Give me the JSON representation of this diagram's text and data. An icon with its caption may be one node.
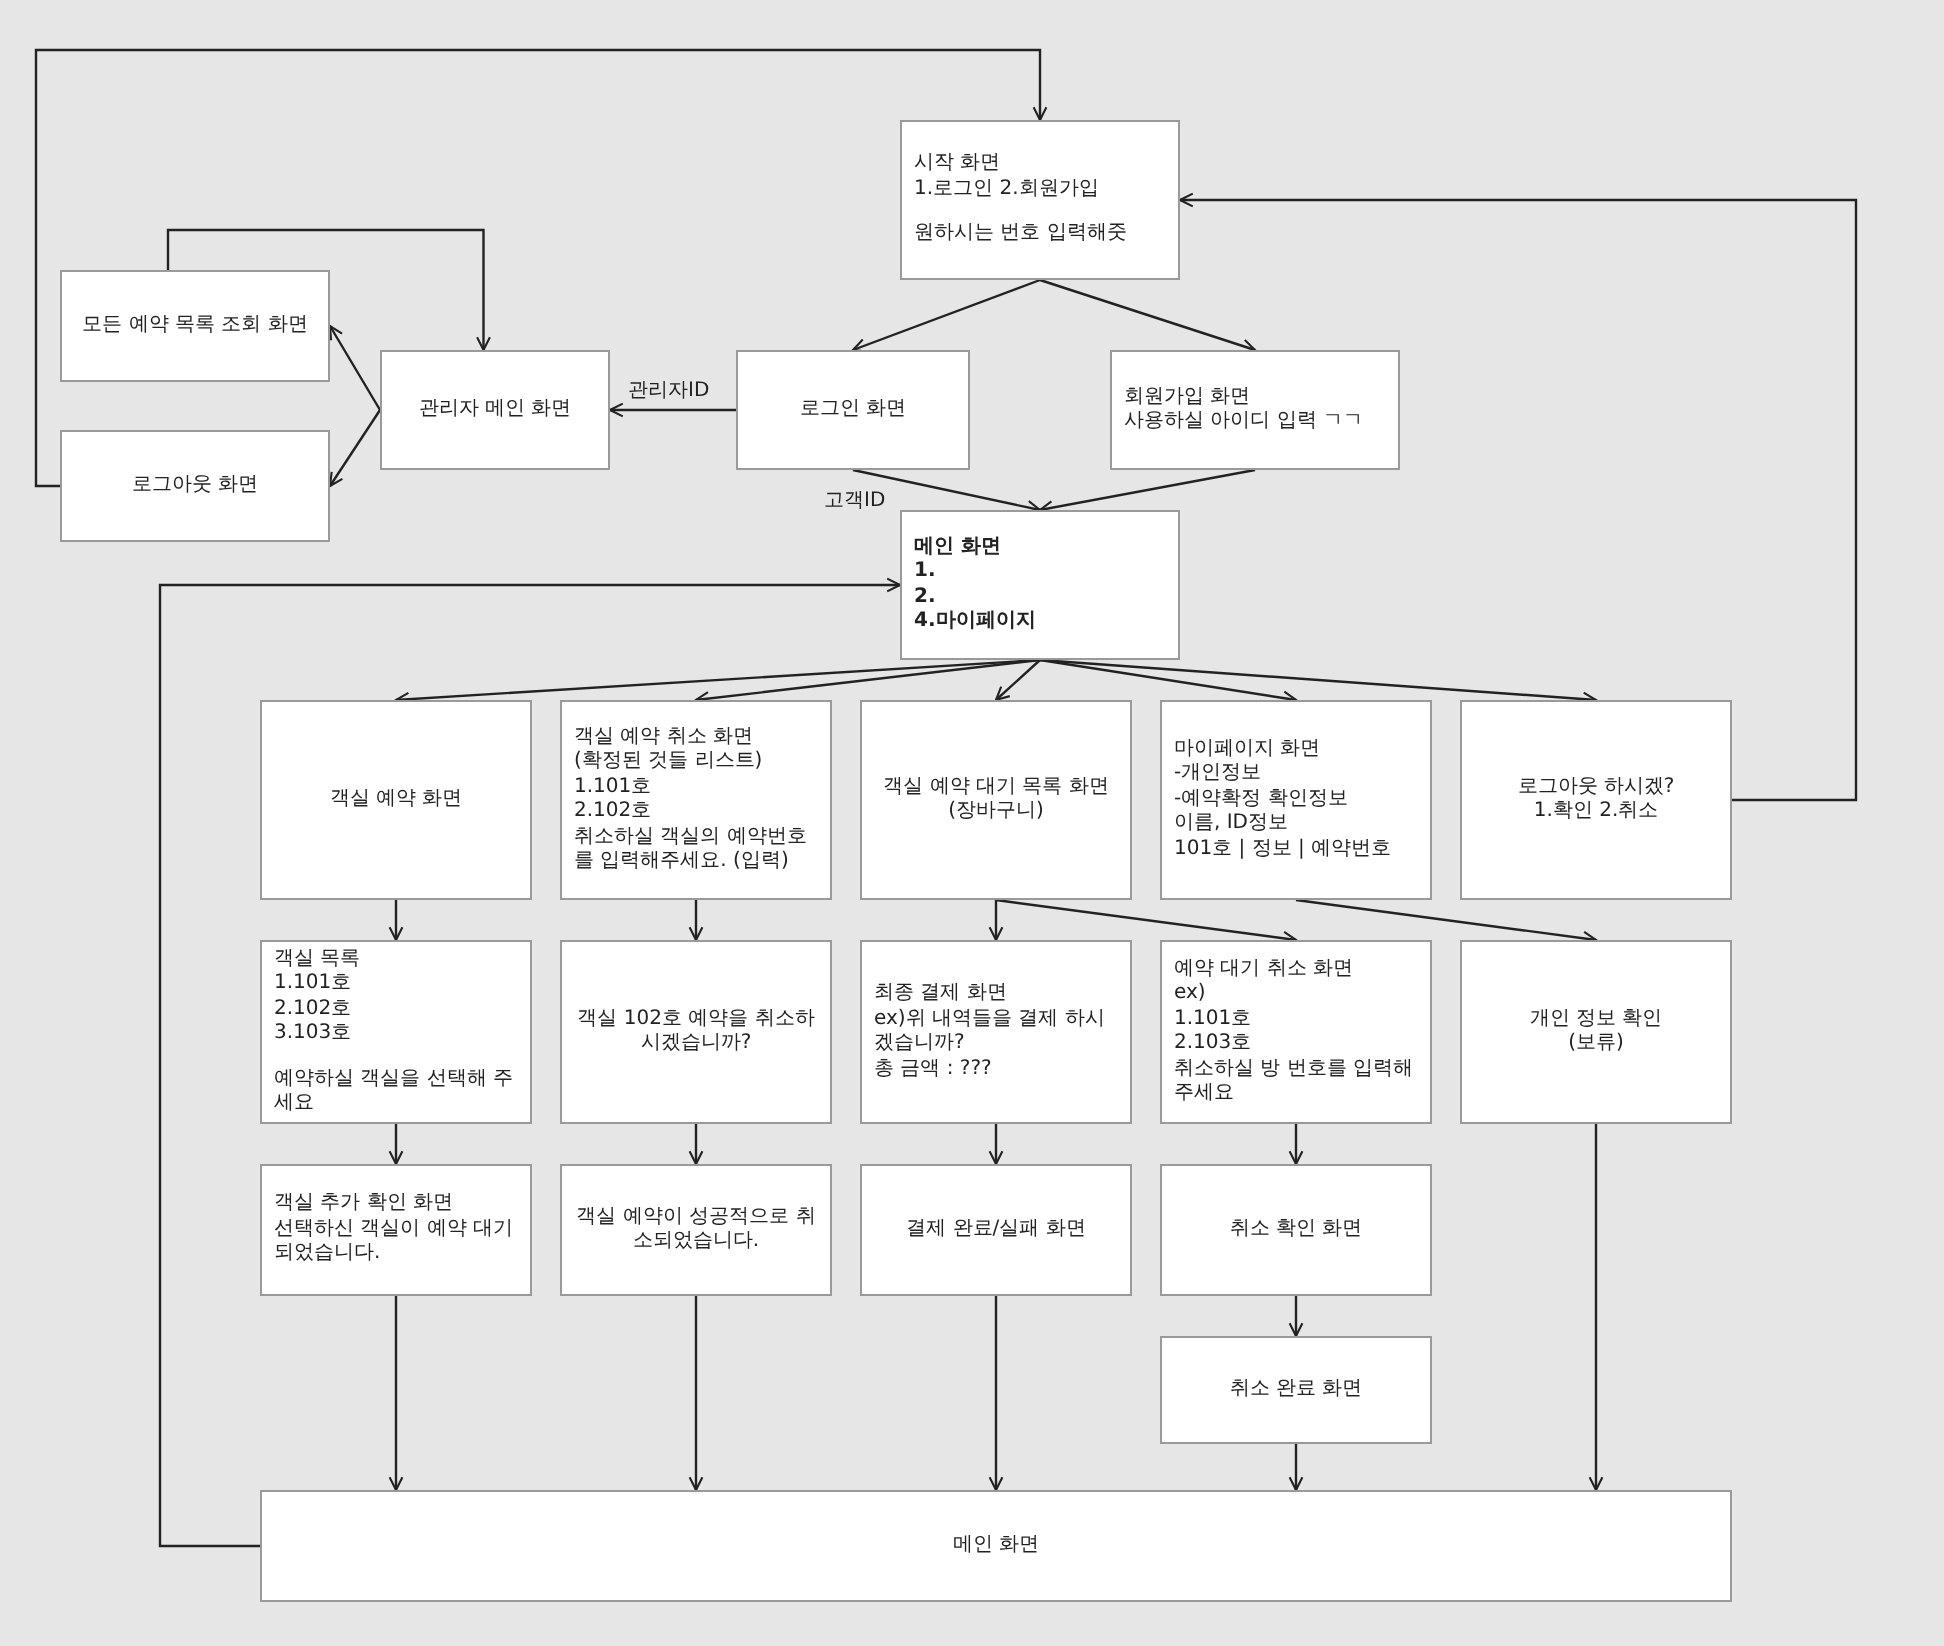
{
  "diagram": {
    "nodes": [
      {
        "text": [
          "시작 화면",
          "1.로그인 2.회원가입",
          "원하시는 번호 입력해줏"
        ]
      },
      {
        "text": [
          "관리자 메인 화면"
        ]
      },
      {
        "text": [
          "모든 예약 목록 조회 화면"
        ]
      },
      {
        "text": [
          "로그아웃 화면"
        ]
      },
      {
        "text": [
          "로그인 화면"
        ]
      },
      {
        "text": [
          "회원가입 화면",
          "사용하실 아이디 입력 ㄱㄱ"
        ]
      },
      {
        "text": [
          "메인 화면",
          "1.",
          "2.",
          "4.마이페이지"
        ]
      },
      {
        "text": [
          "객실 예약 화면"
        ]
      },
      {
        "text": [
          "객실 예약 취소 화면",
          "(확정된 것들 리스트)",
          "1.101호",
          "2.102호",
          "취소하실 객실의 예약번호를 입력해주세요. (입력)"
        ]
      },
      {
        "text": [
          "객실 예약 대기 목록 화면",
          "(장바구니)"
        ]
      },
      {
        "text": [
          "마이페이지 화면",
          "-개인정보",
          "-예약확정 확인정보",
          "이름, ID정보",
          "101호 | 정보 | 예약번호"
        ]
      },
      {
        "text": [
          "로그아웃 하시겠?",
          "1.확인 2.취소"
        ]
      },
      {
        "text": [
          "객실 목록",
          "1.101호",
          "2.102호",
          "3.103호",
          "예약하실 객실을 선택해 주세요"
        ]
      },
      {
        "text": [
          "객실 102호 예약을 취소하시겠습니까?"
        ]
      },
      {
        "text": [
          "최종 결제 화면",
          "ex)위 내역들을 결제 하시겠습니까?",
          "총 금액 : ???"
        ]
      },
      {
        "text": [
          "예약 대기 취소 화면",
          "ex)",
          "1.101호",
          "2.103호",
          "취소하실 방 번호를 입력해주세요"
        ]
      },
      {
        "text": [
          "개인 정보 확인",
          "(보류)"
        ]
      },
      {
        "text": [
          "객실 추가 확인 화면",
          "선택하신 객실이 예약 대기 되었습니다."
        ]
      },
      {
        "text": [
          "객실 예약이 성공적으로 취소되었습니다."
        ]
      },
      {
        "text": [
          "결제 완료/실패 화면"
        ]
      },
      {
        "text": [
          "취소 확인 화면"
        ]
      },
      {
        "text": [
          "취소 완료 화면"
        ]
      },
      {
        "text": [
          "메인 화면"
        ]
      }
    ],
    "edges": [
      {
        "from": 0,
        "to": 4,
        "arrow": "to"
      },
      {
        "from": 0,
        "to": 5,
        "arrow": "to"
      },
      {
        "from": 4,
        "to": 1,
        "label": "관리자ID",
        "arrow": "to"
      },
      {
        "from": 1,
        "to": 2,
        "arrow": "to"
      },
      {
        "from": 1,
        "to": 3,
        "arrow": "to"
      },
      {
        "from": 2,
        "to": 1,
        "arrow": "to"
      },
      {
        "from": 3,
        "to": 0,
        "arrow": "to"
      },
      {
        "from": 4,
        "to": 6,
        "label": "고객ID",
        "arrow": "to"
      },
      {
        "from": 5,
        "to": 6,
        "arrow": "to"
      },
      {
        "from": 6,
        "to": 7,
        "arrow": "to"
      },
      {
        "from": 6,
        "to": 8,
        "arrow": "to"
      },
      {
        "from": 6,
        "to": 9,
        "arrow": "to"
      },
      {
        "from": 6,
        "to": 10,
        "arrow": "to"
      },
      {
        "from": 6,
        "to": 11,
        "arrow": "to"
      },
      {
        "from": 11,
        "to": 0,
        "arrow": "to"
      },
      {
        "from": 7,
        "to": 12,
        "arrow": "to"
      },
      {
        "from": 12,
        "to": 17,
        "arrow": "to"
      },
      {
        "from": 8,
        "to": 13,
        "arrow": "to"
      },
      {
        "from": 13,
        "to": 18,
        "arrow": "to"
      },
      {
        "from": 9,
        "to": 14,
        "arrow": "to"
      },
      {
        "from": 9,
        "to": 15,
        "arrow": "to"
      },
      {
        "from": 14,
        "to": 19,
        "arrow": "to"
      },
      {
        "from": 15,
        "to": 20,
        "arrow": "to"
      },
      {
        "from": 20,
        "to": 21,
        "arrow": "to"
      },
      {
        "from": 10,
        "to": 16,
        "arrow": "to"
      },
      {
        "from": 17,
        "to": 22,
        "arrow": "to"
      },
      {
        "from": 18,
        "to": 22,
        "arrow": "to"
      },
      {
        "from": 19,
        "to": 22,
        "arrow": "to"
      },
      {
        "from": 21,
        "to": 22,
        "arrow": "to"
      },
      {
        "from": 16,
        "to": 22,
        "arrow": "to"
      },
      {
        "from": 22,
        "to": 6,
        "arrow": "to"
      }
    ]
  }
}
